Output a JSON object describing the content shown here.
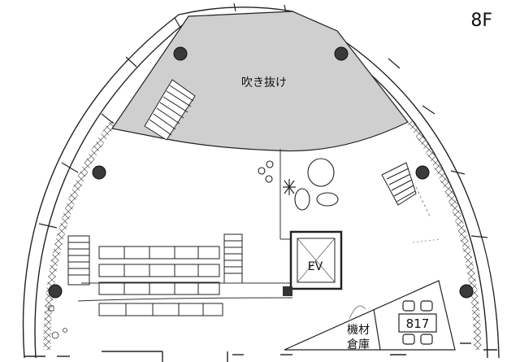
{
  "floor": {
    "label": "8F"
  },
  "rooms": {
    "void_label": "吹き抜け",
    "elevator_label": "EV",
    "storage_label_line1": "機材",
    "storage_label_line2": "倉庫",
    "room_number": "817"
  },
  "colors": {
    "void_fill": "#cfcfcf",
    "line": "#222222",
    "column": "#333333",
    "background": "#ffffff"
  },
  "icons": {
    "column": "round-structural-column",
    "stair": "stair-treads",
    "plant": "plant-icon"
  }
}
